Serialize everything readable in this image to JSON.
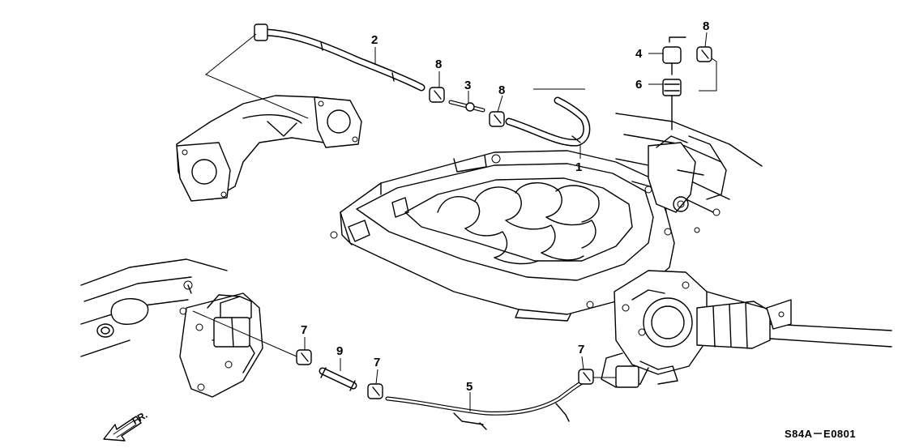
{
  "diagram": {
    "callouts": [
      {
        "id": "1",
        "label": "1"
      },
      {
        "id": "2",
        "label": "2"
      },
      {
        "id": "3",
        "label": "3"
      },
      {
        "id": "4",
        "label": "4"
      },
      {
        "id": "5",
        "label": "5"
      },
      {
        "id": "6",
        "label": "6"
      },
      {
        "id": "7a",
        "label": "7"
      },
      {
        "id": "7b",
        "label": "7"
      },
      {
        "id": "7c",
        "label": "7"
      },
      {
        "id": "8a",
        "label": "8"
      },
      {
        "id": "8b",
        "label": "8"
      },
      {
        "id": "8c",
        "label": "8"
      },
      {
        "id": "9",
        "label": "9"
      }
    ],
    "direction_label": "FR.",
    "diagram_code": "S84A－E0801"
  }
}
